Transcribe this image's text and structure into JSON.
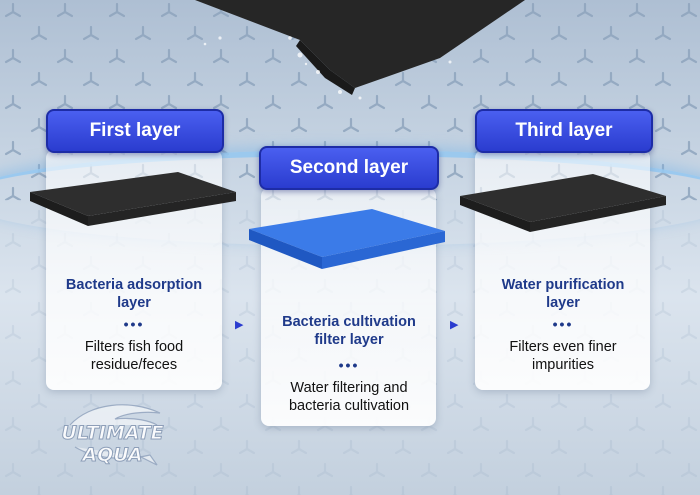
{
  "layers": [
    {
      "label": "First layer",
      "title": "Bacteria adsorption layer",
      "dots": "•••",
      "desc": "Filters fish food residue/feces"
    },
    {
      "label": "Second layer",
      "title": "Bacteria cultivation filter layer",
      "dots": "•••",
      "desc": "Water filtering and bacteria cultivation"
    },
    {
      "label": "Third layer",
      "title": "Water purification layer",
      "dots": "•••",
      "desc": "Filters even finer impurities"
    }
  ],
  "arrows": [
    "▶",
    "▶"
  ],
  "logo": {
    "text": "ULTIMATE AQUA"
  },
  "colors": {
    "tag_blue": "#2a3ccf",
    "title_blue": "#1f3a8a",
    "sponge_black": "#2b2b2b",
    "sponge_blue": "#2f6fe0"
  },
  "icons": {
    "arrow": "arrow-right-icon",
    "logo": "shark-logo-icon"
  }
}
